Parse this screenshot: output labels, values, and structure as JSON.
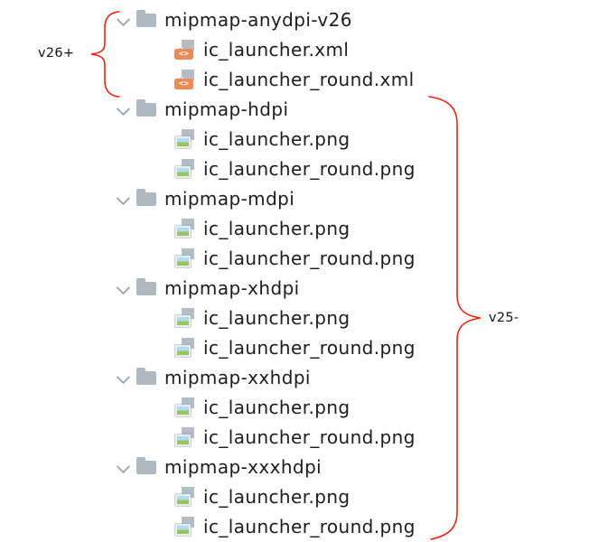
{
  "tree": {
    "rows": [
      {
        "label": "mipmap-anydpi-v26",
        "type": "folder",
        "expanded": true
      },
      {
        "label": "ic_launcher.xml",
        "type": "xml-file"
      },
      {
        "label": "ic_launcher_round.xml",
        "type": "xml-file"
      },
      {
        "label": "mipmap-hdpi",
        "type": "folder",
        "expanded": true
      },
      {
        "label": "ic_launcher.png",
        "type": "png-file"
      },
      {
        "label": "ic_launcher_round.png",
        "type": "png-file"
      },
      {
        "label": "mipmap-mdpi",
        "type": "folder",
        "expanded": true
      },
      {
        "label": "ic_launcher.png",
        "type": "png-file"
      },
      {
        "label": "ic_launcher_round.png",
        "type": "png-file"
      },
      {
        "label": "mipmap-xhdpi",
        "type": "folder",
        "expanded": true
      },
      {
        "label": "ic_launcher.png",
        "type": "png-file"
      },
      {
        "label": "ic_launcher_round.png",
        "type": "png-file"
      },
      {
        "label": "mipmap-xxhdpi",
        "type": "folder",
        "expanded": true
      },
      {
        "label": "ic_launcher.png",
        "type": "png-file"
      },
      {
        "label": "ic_launcher_round.png",
        "type": "png-file"
      },
      {
        "label": "mipmap-xxxhdpi",
        "type": "folder",
        "expanded": true
      },
      {
        "label": "ic_launcher.png",
        "type": "png-file"
      },
      {
        "label": "ic_launcher_round.png",
        "type": "png-file"
      }
    ]
  },
  "annotations": {
    "left_brace_label": "v26+",
    "right_brace_label": "v25-",
    "brace_color": "#F2220F"
  },
  "icons": {
    "chevron": "chevron-down",
    "xml_badge": "<>",
    "folder_color": "#AEB9C2",
    "page_color": "#B4BDC5",
    "xml_badge_color": "#E98A57",
    "png_sky_color": "#AFDCEE",
    "png_grass_color": "#9CC45D",
    "chevron_color": "#9AA1A8"
  },
  "colors": {
    "background": "#FFFFFF",
    "text": "#1D1D1F"
  }
}
